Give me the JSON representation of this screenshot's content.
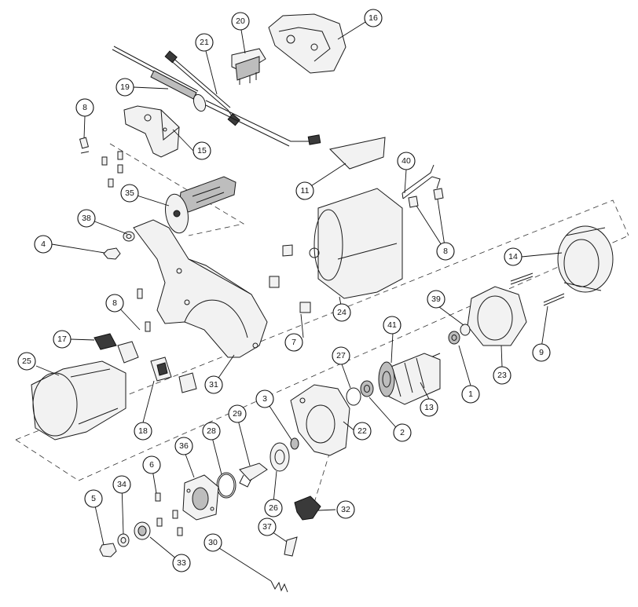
{
  "callouts": [
    {
      "id": "c1",
      "label": "1"
    },
    {
      "id": "c2",
      "label": "2"
    },
    {
      "id": "c3",
      "label": "3"
    },
    {
      "id": "c4",
      "label": "4"
    },
    {
      "id": "c5",
      "label": "5"
    },
    {
      "id": "c6",
      "label": "6"
    },
    {
      "id": "c7",
      "label": "7"
    },
    {
      "id": "c8a",
      "label": "8"
    },
    {
      "id": "c8b",
      "label": "8"
    },
    {
      "id": "c8c",
      "label": "8"
    },
    {
      "id": "c9",
      "label": "9"
    },
    {
      "id": "c11",
      "label": "11"
    },
    {
      "id": "c13",
      "label": "13"
    },
    {
      "id": "c14",
      "label": "14"
    },
    {
      "id": "c15",
      "label": "15"
    },
    {
      "id": "c16",
      "label": "16"
    },
    {
      "id": "c17",
      "label": "17"
    },
    {
      "id": "c18",
      "label": "18"
    },
    {
      "id": "c19",
      "label": "19"
    },
    {
      "id": "c20",
      "label": "20"
    },
    {
      "id": "c21",
      "label": "21"
    },
    {
      "id": "c22",
      "label": "22"
    },
    {
      "id": "c23",
      "label": "23"
    },
    {
      "id": "c24",
      "label": "24"
    },
    {
      "id": "c25",
      "label": "25"
    },
    {
      "id": "c26",
      "label": "26"
    },
    {
      "id": "c27",
      "label": "27"
    },
    {
      "id": "c28",
      "label": "28"
    },
    {
      "id": "c29",
      "label": "29"
    },
    {
      "id": "c30",
      "label": "30"
    },
    {
      "id": "c31",
      "label": "31"
    },
    {
      "id": "c32",
      "label": "32"
    },
    {
      "id": "c33",
      "label": "33"
    },
    {
      "id": "c34",
      "label": "34"
    },
    {
      "id": "c35",
      "label": "35"
    },
    {
      "id": "c36",
      "label": "36"
    },
    {
      "id": "c37",
      "label": "37"
    },
    {
      "id": "c38",
      "label": "38"
    },
    {
      "id": "c39",
      "label": "39"
    },
    {
      "id": "c40",
      "label": "40"
    },
    {
      "id": "c41",
      "label": "41"
    }
  ]
}
